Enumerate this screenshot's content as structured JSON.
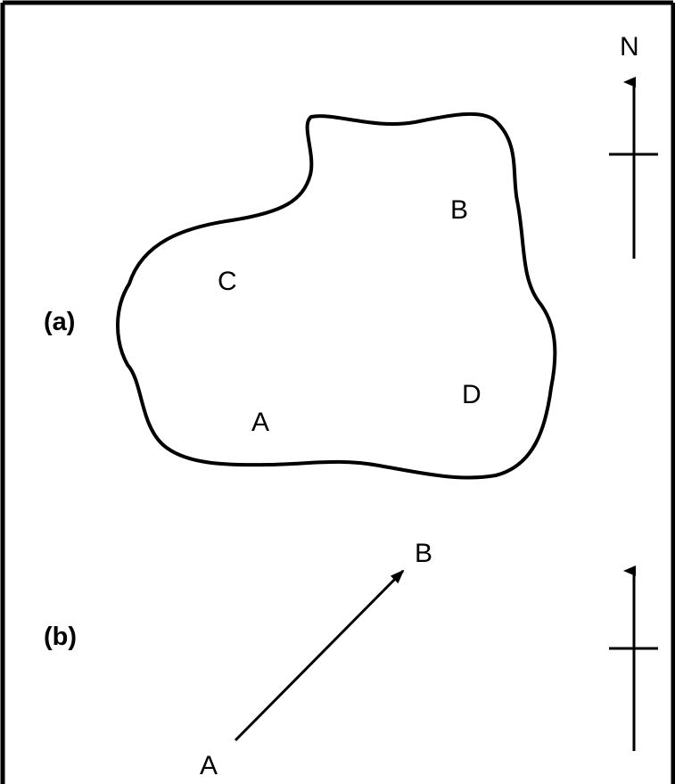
{
  "part_a": {
    "label": "(a)",
    "north": "N",
    "points": {
      "a": "A",
      "b": "B",
      "c": "C",
      "d": "D"
    }
  },
  "part_b": {
    "label": "(b)",
    "start": "A",
    "end": "B"
  },
  "colors": {
    "ink": "#000000",
    "background": "#ffffff"
  }
}
